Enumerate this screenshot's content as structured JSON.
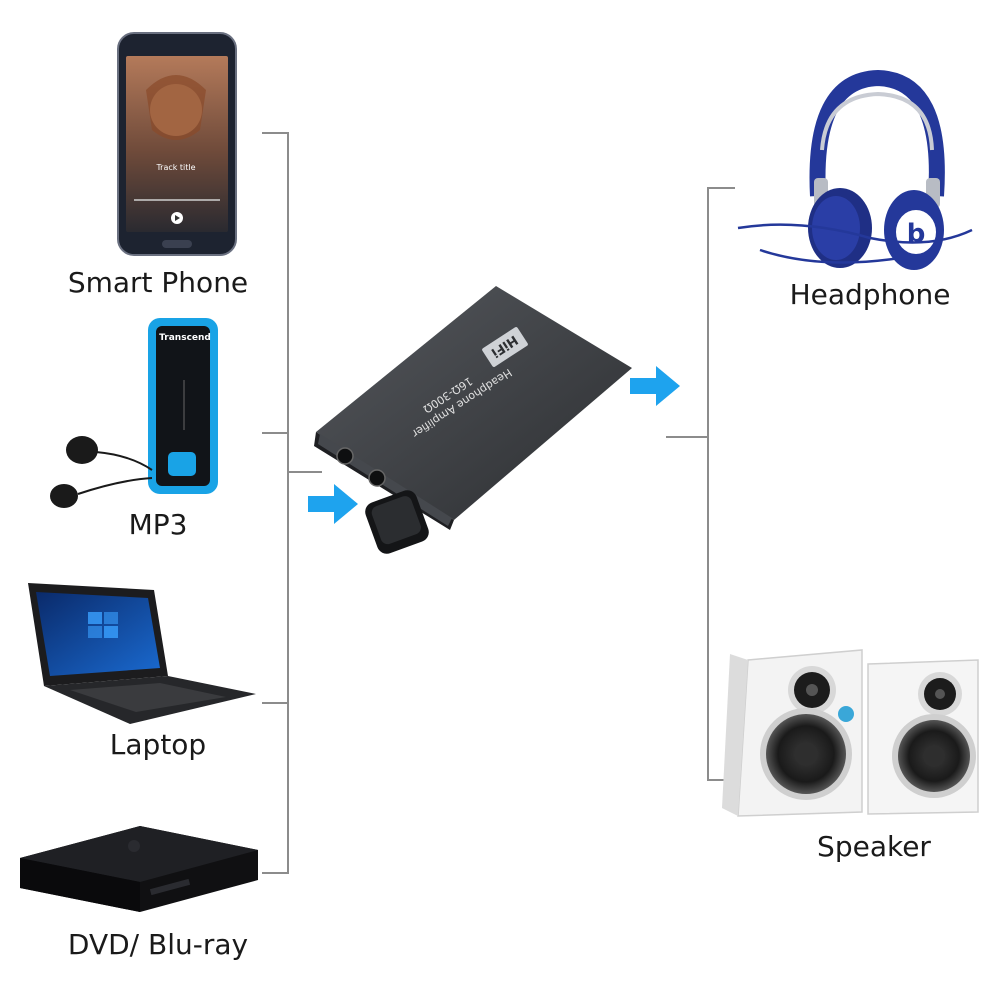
{
  "sources": [
    {
      "id": "smartphone",
      "label": "Smart Phone"
    },
    {
      "id": "mp3",
      "label": "MP3"
    },
    {
      "id": "laptop",
      "label": "Laptop"
    },
    {
      "id": "dvd",
      "label": "DVD/ Blu-ray"
    }
  ],
  "outputs": [
    {
      "id": "headphone",
      "label": "Headphone"
    },
    {
      "id": "speaker",
      "label": "Speaker"
    }
  ],
  "device": {
    "badge": "HiFi",
    "name": "Headphone Amplifier",
    "impedance": "16Ω-300Ω"
  },
  "phone_screen": {
    "track_title": "Track title"
  },
  "mp3_player": {
    "brand": "Transcend"
  },
  "colors": {
    "arrow": "#1ea3ee",
    "line": "#8c8c8c",
    "headphone_blue": "#24389a",
    "mp3_blue": "#19a3e6",
    "device_body": "#3a3c40"
  }
}
